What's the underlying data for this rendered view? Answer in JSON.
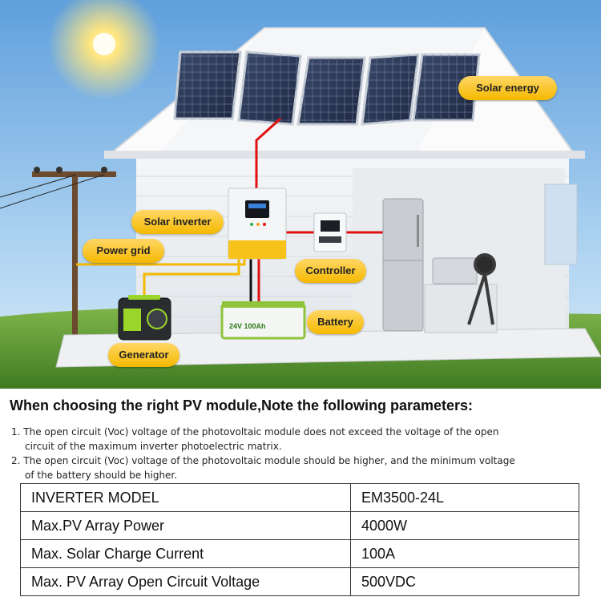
{
  "scene": {
    "labels": {
      "solar_energy": "Solar energy",
      "solar_inverter": "Solar inverter",
      "power_grid": "Power grid",
      "controller": "Controller",
      "battery": "Battery",
      "generator": "Generator"
    },
    "battery_print": "24V 100Ah",
    "colors": {
      "label_fill": "#f5b800",
      "wire_red": "#e01010",
      "inverter_yellow": "#f7c21a",
      "sky": "#8fc0ea",
      "grass": "#5f9a32"
    }
  },
  "heading": "When choosing the right PV module,Note the following parameters:",
  "notes": [
    {
      "num": "1.",
      "line1": "The open circuit (Voc) voltage of the photovoltaic module does not exceed the voltage of the open",
      "line2": "circuit of the maximum inverter photoelectric matrix."
    },
    {
      "num": "2.",
      "line1": "The open circuit (Voc) voltage of the photovoltaic module should be higher, and the minimum voltage",
      "line2": "of the battery should be higher."
    }
  ],
  "table": {
    "rows": [
      {
        "label": "INVERTER MODEL",
        "value": "EM3500-24L"
      },
      {
        "label": "Max.PV Array Power",
        "value": "4000W"
      },
      {
        "label": "Max. Solar Charge Current",
        "value": "100A"
      },
      {
        "label": "Max. PV Array Open Circuit Voltage",
        "value": "500VDC"
      }
    ]
  }
}
